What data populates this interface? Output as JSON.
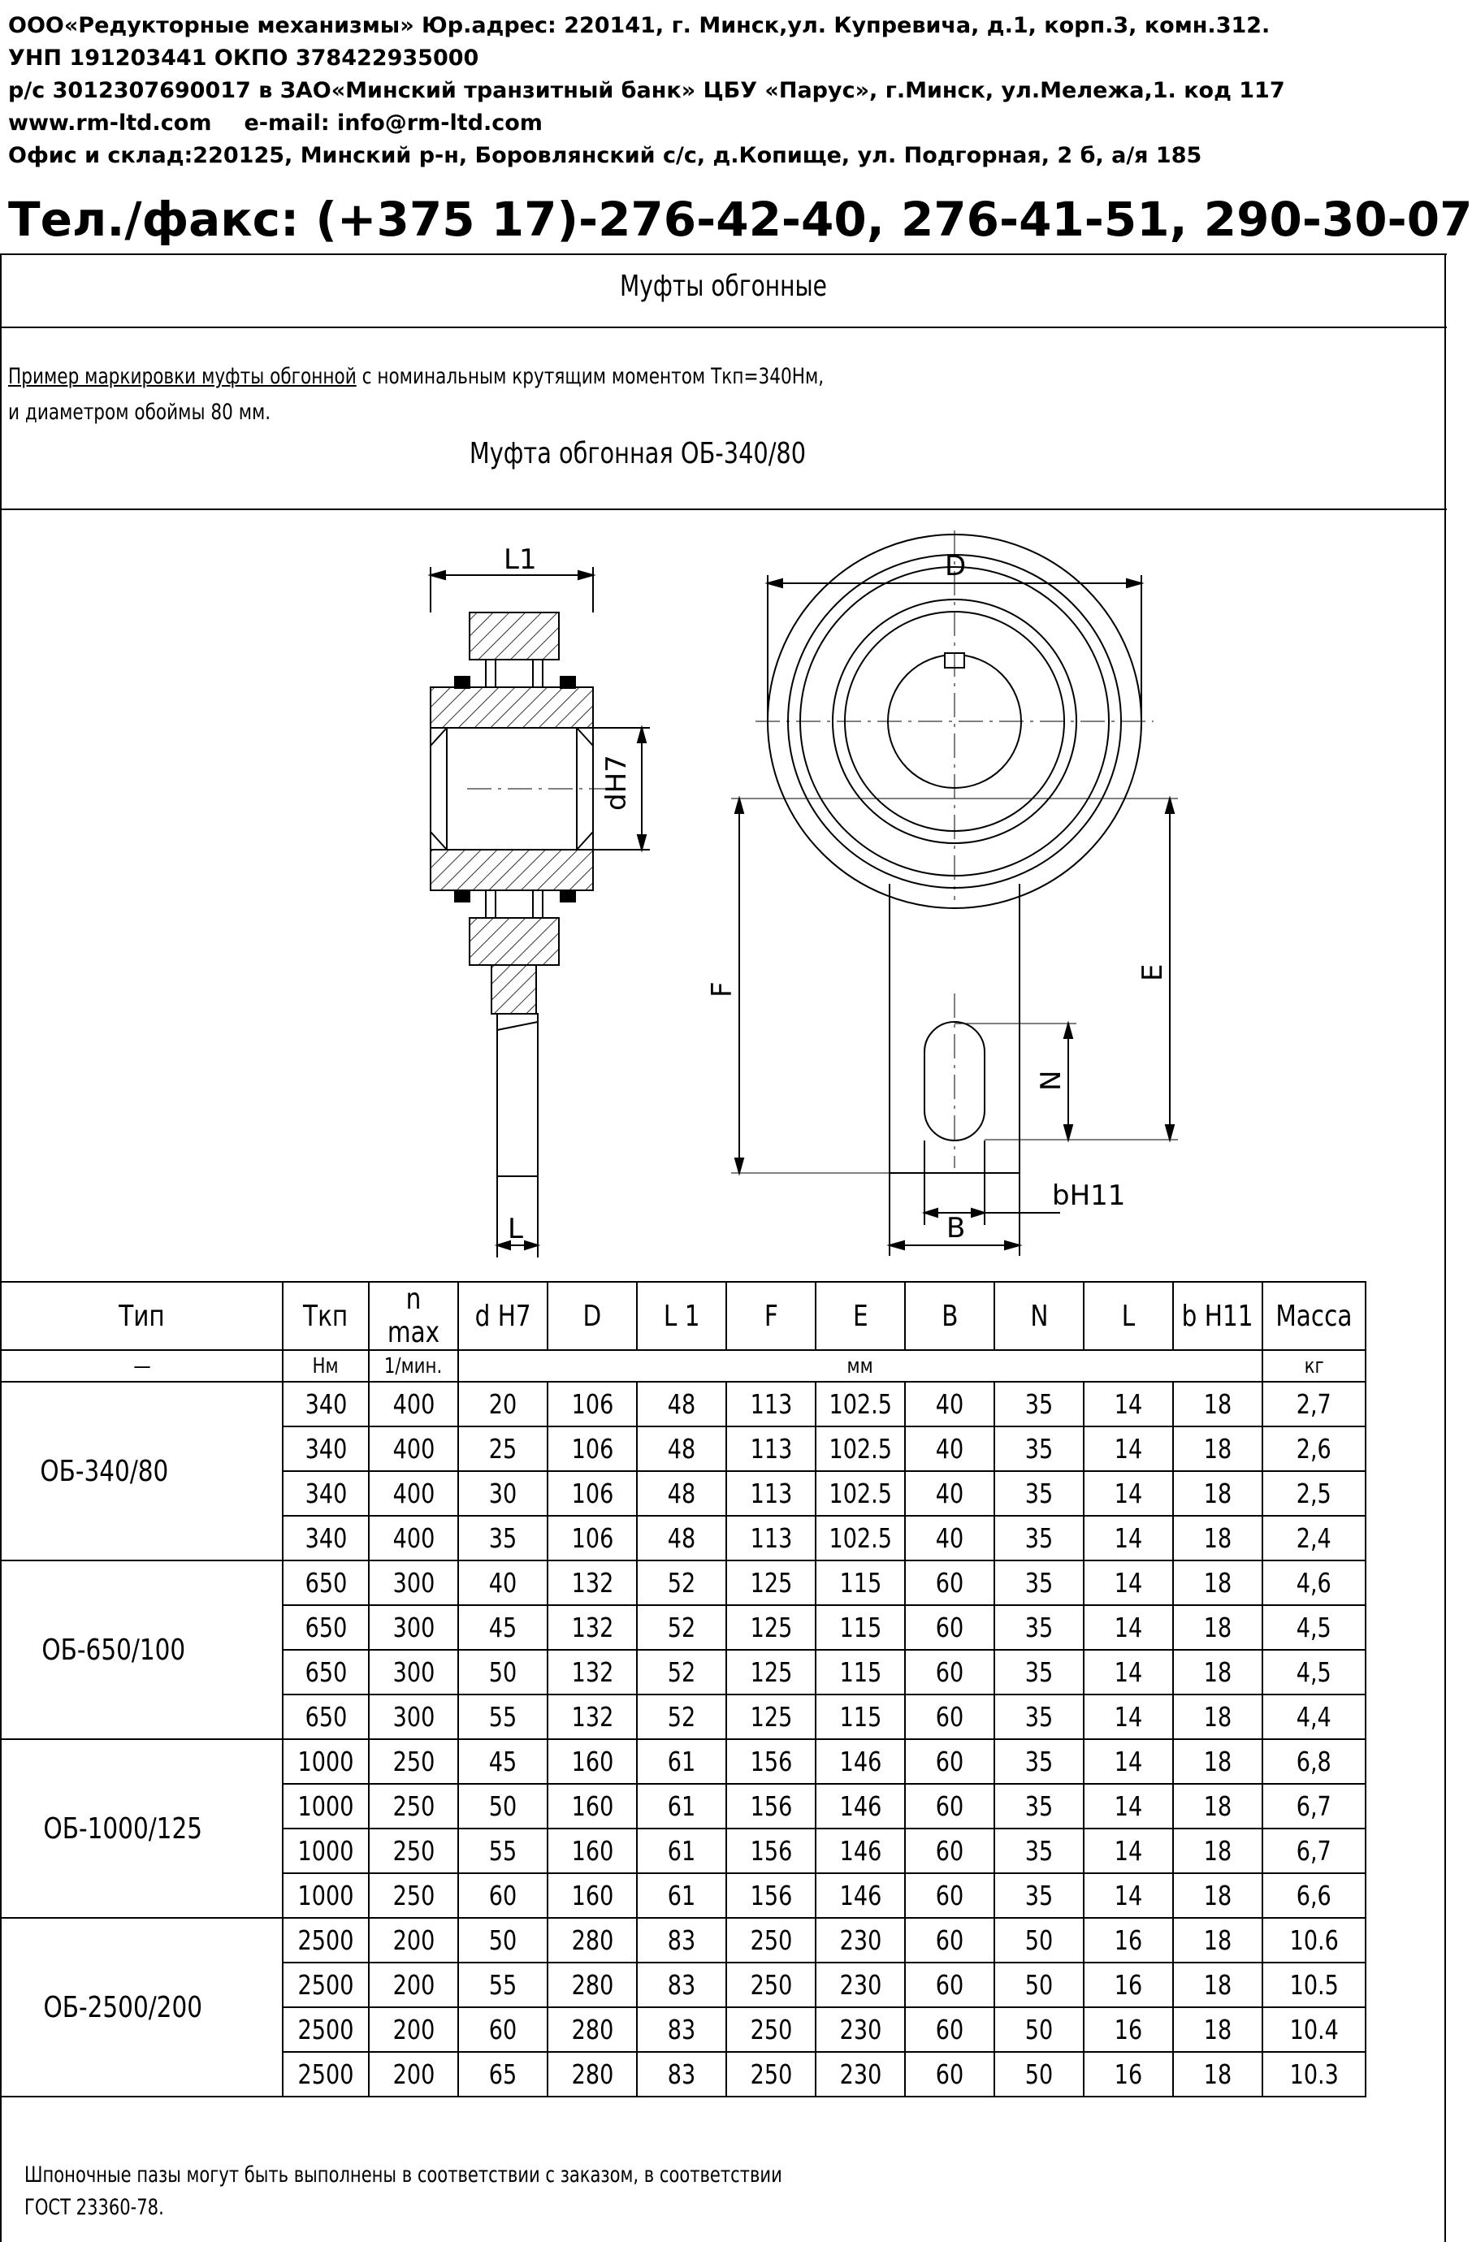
{
  "header": {
    "line1": "ООО«Редукторные механизмы» Юр.адрес: 220141, г. Минск,ул. Купревича, д.1, корп.3, комн.312.",
    "line2": "УНП 191203441 ОКПО 378422935000",
    "line3": "р/с 3012307690017 в ЗАО«Минский транзитный банк» ЦБУ «Парус», г.Минск, ул.Мележа,1. код 117",
    "line4_site": "www.rm-ltd.com",
    "line4_email": "e-mail: info@rm-ltd.com",
    "line5": "Офис и склад:220125, Минский р-н, Боровлянский с/с, д.Копище, ул. Подгорная, 2 б, а/я 185",
    "phone": "Тел./факс: (+375 17)-276-42-40, 276-41-51, 290-30-07"
  },
  "section_title": "Муфты обгонные",
  "example": {
    "line1_underlined": "Пример маркировки муфты обгонной",
    "line1_rest": " с номинальным крутящим моментом Ткп=340Нм,",
    "line2": "и диаметром обоймы 80 мм.",
    "designation": "Муфта обгонная ОБ-340/80"
  },
  "drawing_labels": {
    "L1": "L1",
    "D": "D",
    "dH7": "dH7",
    "F": "F",
    "E": "E",
    "N": "N",
    "L": "L",
    "bH11": "bH11",
    "B": "B"
  },
  "table": {
    "headers": [
      "Тип",
      "Ткп",
      "n max",
      "d H7",
      "D",
      "L 1",
      "F",
      "E",
      "B",
      "N",
      "L",
      "b H11",
      "Масса"
    ],
    "units": [
      "—",
      "Нм",
      "1/мин.",
      "мм",
      "кг"
    ],
    "groups": [
      {
        "type": "ОБ-340/80",
        "rows": [
          [
            "340",
            "400",
            "20",
            "106",
            "48",
            "113",
            "102.5",
            "40",
            "35",
            "14",
            "18",
            "2,7"
          ],
          [
            "340",
            "400",
            "25",
            "106",
            "48",
            "113",
            "102.5",
            "40",
            "35",
            "14",
            "18",
            "2,6"
          ],
          [
            "340",
            "400",
            "30",
            "106",
            "48",
            "113",
            "102.5",
            "40",
            "35",
            "14",
            "18",
            "2,5"
          ],
          [
            "340",
            "400",
            "35",
            "106",
            "48",
            "113",
            "102.5",
            "40",
            "35",
            "14",
            "18",
            "2,4"
          ]
        ]
      },
      {
        "type": "ОБ-650/100",
        "rows": [
          [
            "650",
            "300",
            "40",
            "132",
            "52",
            "125",
            "115",
            "60",
            "35",
            "14",
            "18",
            "4,6"
          ],
          [
            "650",
            "300",
            "45",
            "132",
            "52",
            "125",
            "115",
            "60",
            "35",
            "14",
            "18",
            "4,5"
          ],
          [
            "650",
            "300",
            "50",
            "132",
            "52",
            "125",
            "115",
            "60",
            "35",
            "14",
            "18",
            "4,5"
          ],
          [
            "650",
            "300",
            "55",
            "132",
            "52",
            "125",
            "115",
            "60",
            "35",
            "14",
            "18",
            "4,4"
          ]
        ]
      },
      {
        "type": "ОБ-1000/125",
        "rows": [
          [
            "1000",
            "250",
            "45",
            "160",
            "61",
            "156",
            "146",
            "60",
            "35",
            "14",
            "18",
            "6,8"
          ],
          [
            "1000",
            "250",
            "50",
            "160",
            "61",
            "156",
            "146",
            "60",
            "35",
            "14",
            "18",
            "6,7"
          ],
          [
            "1000",
            "250",
            "55",
            "160",
            "61",
            "156",
            "146",
            "60",
            "35",
            "14",
            "18",
            "6,7"
          ],
          [
            "1000",
            "250",
            "60",
            "160",
            "61",
            "156",
            "146",
            "60",
            "35",
            "14",
            "18",
            "6,6"
          ]
        ]
      },
      {
        "type": "ОБ-2500/200",
        "rows": [
          [
            "2500",
            "200",
            "50",
            "280",
            "83",
            "250",
            "230",
            "60",
            "50",
            "16",
            "18",
            "10.6"
          ],
          [
            "2500",
            "200",
            "55",
            "280",
            "83",
            "250",
            "230",
            "60",
            "50",
            "16",
            "18",
            "10.5"
          ],
          [
            "2500",
            "200",
            "60",
            "280",
            "83",
            "250",
            "230",
            "60",
            "50",
            "16",
            "18",
            "10.4"
          ],
          [
            "2500",
            "200",
            "65",
            "280",
            "83",
            "250",
            "230",
            "60",
            "50",
            "16",
            "18",
            "10.3"
          ]
        ]
      }
    ]
  },
  "note": {
    "line1": "Шпоночные пазы могут быть выполнены в соответствии с заказом, в соответствии",
    "line2": "ГОСТ 23360-78."
  }
}
